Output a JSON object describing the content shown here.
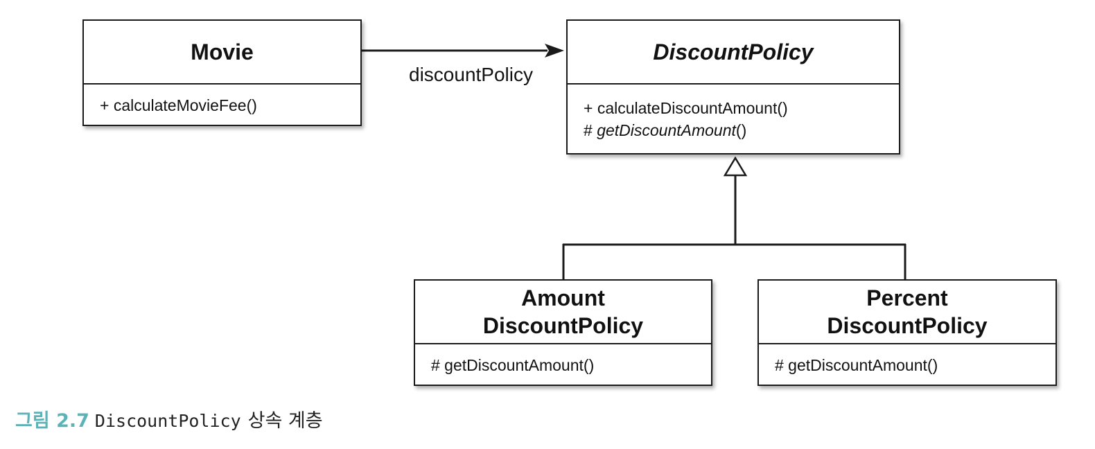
{
  "classes": {
    "movie": {
      "name": "Movie",
      "operations": [
        "+ calculateMovieFee()"
      ]
    },
    "discount_policy": {
      "name": "DiscountPolicy",
      "operation_1": "+ calculateDiscountAmount()",
      "operation_2_prefix": "# ",
      "operation_2_name": "getDiscountAmount",
      "operation_2_suffix": "()"
    },
    "amount_discount_policy": {
      "name": "Amount\nDiscountPolicy",
      "operations": [
        "# getDiscountAmount()"
      ]
    },
    "percent_discount_policy": {
      "name": "Percent\nDiscountPolicy",
      "operations": [
        "# getDiscountAmount()"
      ]
    }
  },
  "association": {
    "label": "discountPolicy"
  },
  "caption": {
    "number": "그림 2.7",
    "code": "DiscountPolicy",
    "text": "상속 계층",
    "number_color": "#5bb3b8"
  },
  "colors": {
    "line": "#1a1a1a"
  }
}
